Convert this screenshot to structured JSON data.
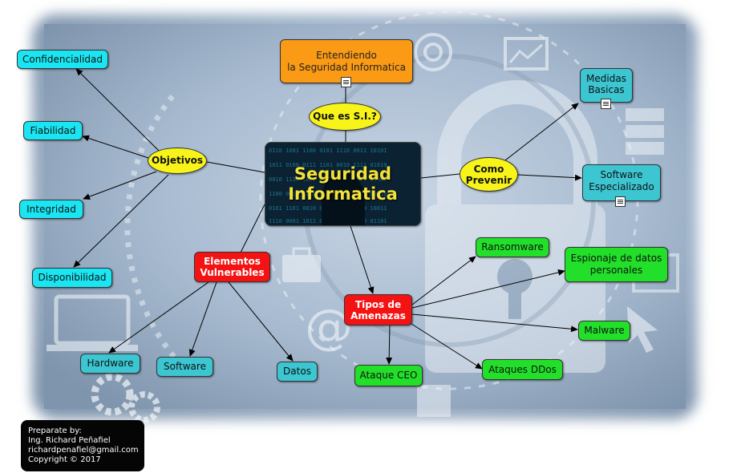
{
  "center": {
    "line1": "Seguridad",
    "line2": "Informatica"
  },
  "top_node": {
    "line1": "Entendiendo",
    "line2": "la Seguridad Informatica"
  },
  "question": "Que es S.I.?",
  "objetivos": {
    "label": "Objetivos",
    "items": [
      "Confidencialidad",
      "Fiabilidad",
      "Integridad",
      "Disponibilidad"
    ]
  },
  "prevenir": {
    "label_line1": "Como",
    "label_line2": "Prevenir",
    "medidas": {
      "line1": "Medidas",
      "line2": "Basicas"
    },
    "software": {
      "line1": "Software",
      "line2": "Especializado"
    }
  },
  "elementos": {
    "line1": "Elementos",
    "line2": "Vulnerables",
    "items": [
      "Hardware",
      "Software",
      "Datos"
    ]
  },
  "amenazas": {
    "line1": "Tipos de",
    "line2": "Amenazas",
    "ransomware": "Ransomware",
    "espionaje": {
      "line1": "Espionaje de datos",
      "line2": "personales"
    },
    "malware": "Malware",
    "ddos": "Ataques DDos",
    "ceo": "Ataque CEO"
  },
  "credit": {
    "line1": "Preparate by:",
    "line2": "Ing. Richard Peñafiel",
    "line3": "richardpenafiel@gmail.com",
    "line4": "Copyright © 2017"
  },
  "colors": {
    "cyan": "#19e6f2",
    "teal": "#3cc6d2",
    "green": "#22e02a",
    "red": "#f41212",
    "orange": "#fb9a14",
    "yellow": "#f8f41a",
    "background": "#9fb3c8"
  }
}
